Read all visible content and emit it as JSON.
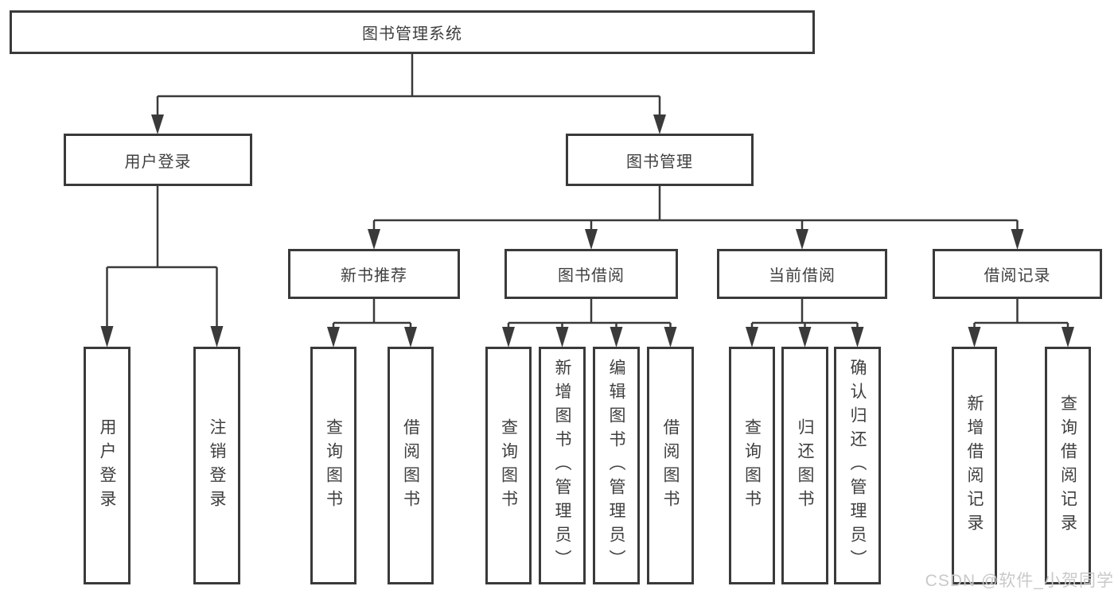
{
  "diagram": {
    "root": "图书管理系统",
    "user_login": {
      "label": "用户登录",
      "children": [
        "用户登录",
        "注销登录"
      ]
    },
    "book_mgmt": {
      "label": "图书管理",
      "modules": [
        {
          "label": "新书推荐",
          "children": [
            "查询图书",
            "借阅图书"
          ]
        },
        {
          "label": "图书借阅",
          "children": [
            "查询图书",
            "新增图书（管理员）",
            "编辑图书（管理员）",
            "借阅图书"
          ]
        },
        {
          "label": "当前借阅",
          "children": [
            "查询图书",
            "归还图书",
            "确认归还（管理员）"
          ]
        },
        {
          "label": "借阅记录",
          "children": [
            "新增借阅记录",
            "查询借阅记录"
          ]
        }
      ]
    }
  },
  "watermark": "CSDN @软件_小贺同学",
  "colors": {
    "line": "#3a3a3a",
    "text": "#3f3f3f",
    "watermark": "#c9c9c9",
    "background": "#ffffff"
  }
}
